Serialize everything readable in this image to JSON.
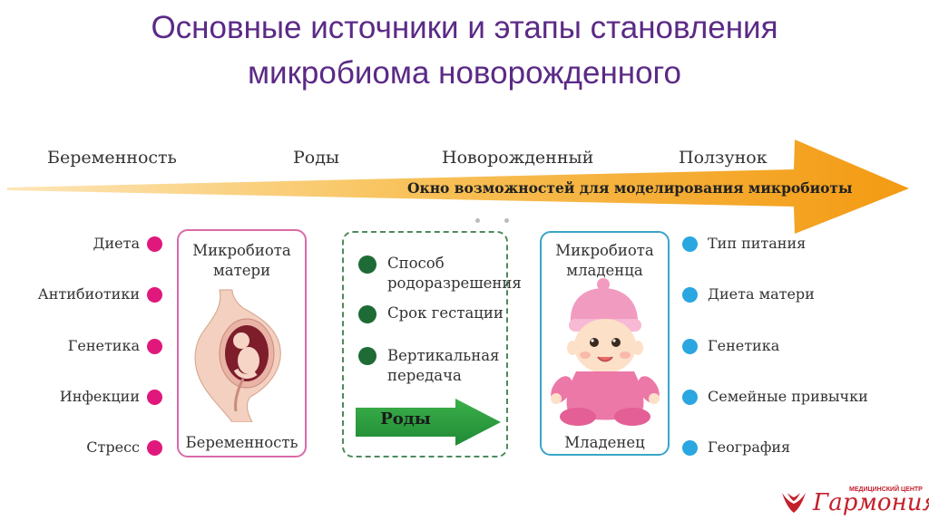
{
  "title": {
    "line1": "Основные источники и этапы становления",
    "line2": "микробиома новорожденного"
  },
  "timeline": {
    "stages": [
      "Беременность",
      "Роды",
      "Новорожденный",
      "Ползунок"
    ],
    "window_label": "Окно возможностей для моделирования микробиоты",
    "arrow_color": "#f5a31a"
  },
  "left_factors": [
    "Диета",
    "Антибиотики",
    "Генетика",
    "Инфекции",
    "Стресс"
  ],
  "mother_box": {
    "title_line1": "Микробиота",
    "title_line2": "матери",
    "caption": "Беременность"
  },
  "birth_box": {
    "factors": [
      {
        "line1": "Способ",
        "line2": "родоразрешения"
      },
      {
        "line1": "Срок гестации",
        "line2": ""
      },
      {
        "line1": "Вертикальная",
        "line2": "передача"
      }
    ],
    "arrow_label": "Роды"
  },
  "infant_box": {
    "title_line1": "Микробиота",
    "title_line2": "младенца",
    "caption": "Младенец"
  },
  "right_factors": [
    "Тип питания",
    "Диета матери",
    "Генетика",
    "Семейные привычки",
    "География"
  ],
  "logo": {
    "brand": "Гармония",
    "subtitle": "МЕДИЦИНСКИЙ ЦЕНТР"
  },
  "colors": {
    "title": "#5b2a86",
    "pink": "#e0187c",
    "blue": "#2aa6e0",
    "green": "#1e6b36",
    "brand_red": "#c4202c"
  }
}
